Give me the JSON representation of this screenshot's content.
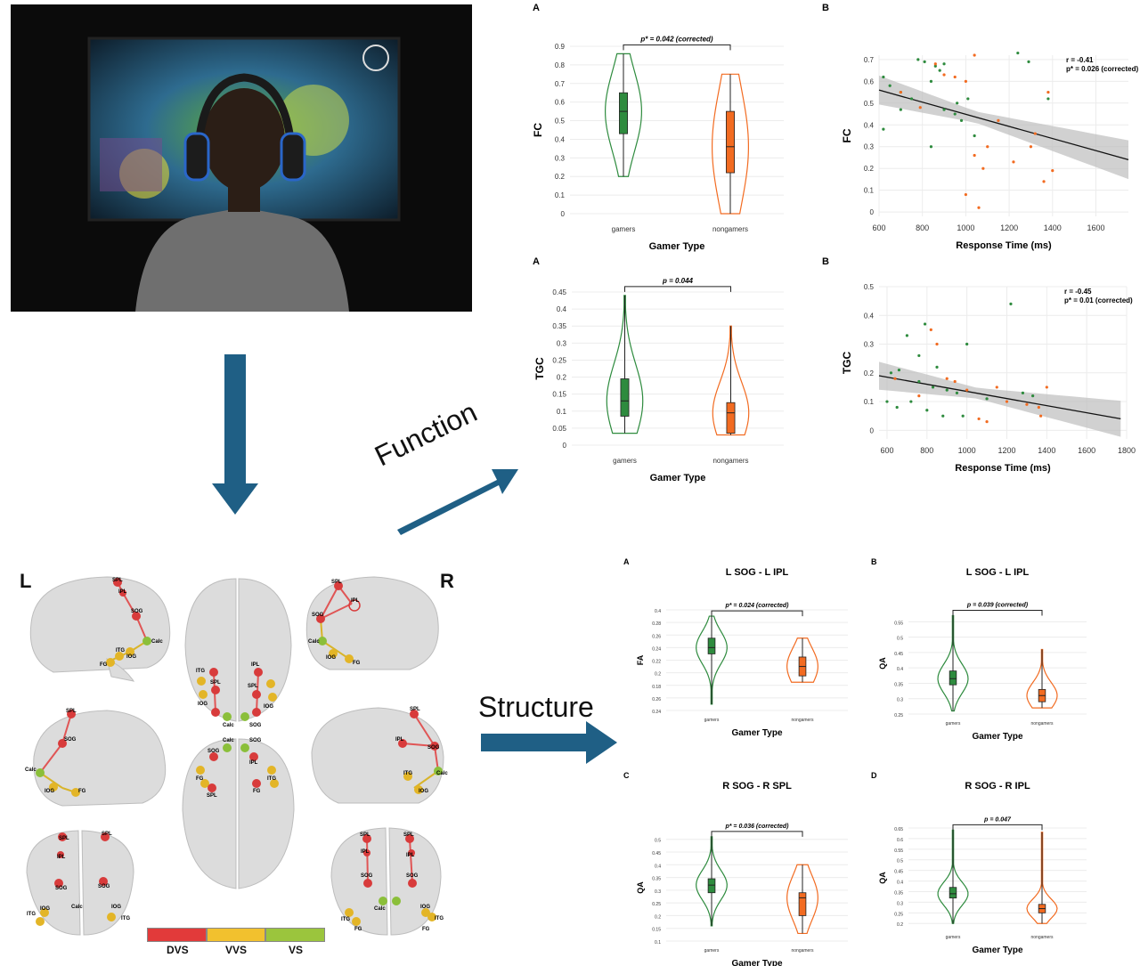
{
  "labels": {
    "function": "Function",
    "structure": "Structure",
    "left": "L",
    "right": "R"
  },
  "legend": [
    {
      "label": "DVS",
      "color": "#e23a3a"
    },
    {
      "label": "VVS",
      "color": "#f2c12e"
    },
    {
      "label": "VS",
      "color": "#9bc53d"
    }
  ],
  "brain_nodes": {
    "left_lateral": [
      "SPL",
      "IPL",
      "SOG",
      "Calc",
      "ITG",
      "IOG",
      "FG"
    ],
    "right_lateral": [
      "SPL",
      "IPL",
      "SOG",
      "Calc",
      "IOG",
      "FG"
    ]
  },
  "colors": {
    "gamers": "#2e8b3e",
    "nongamers": "#f26b21",
    "arrow": "#1f5f85"
  },
  "chart_data": [
    {
      "id": "fc_violin",
      "type": "violin",
      "panel": "A",
      "ylabel": "FC",
      "xlabel": "Gamer Type",
      "categories": [
        "gamers",
        "nongamers"
      ],
      "yticks": [
        0,
        0.1,
        0.2,
        0.3,
        0.4,
        0.5,
        0.6,
        0.7,
        0.8,
        0.9
      ],
      "ylim": [
        0,
        0.9
      ],
      "annotation": "p* = 0.042 (corrected)",
      "box": [
        {
          "q1": 0.43,
          "median": 0.55,
          "q3": 0.65,
          "min": 0.2,
          "max": 0.86
        },
        {
          "q1": 0.22,
          "median": 0.36,
          "q3": 0.55,
          "min": 0.0,
          "max": 0.75
        }
      ]
    },
    {
      "id": "fc_scatter",
      "type": "scatter",
      "panel": "B",
      "ylabel": "FC",
      "xlabel": "Response Time (ms)",
      "xticks": [
        600,
        800,
        1000,
        1200,
        1400,
        1600
      ],
      "yticks": [
        0,
        0.1,
        0.2,
        0.3,
        0.4,
        0.5,
        0.6,
        0.7
      ],
      "xlim": [
        600,
        1750
      ],
      "ylim": [
        -0.02,
        0.72
      ],
      "annotation": [
        "r = -0.41",
        "p* = 0.026 (corrected)"
      ],
      "fit": [
        [
          600,
          0.56
        ],
        [
          1750,
          0.24
        ]
      ],
      "gamers": [
        [
          620,
          0.62
        ],
        [
          650,
          0.58
        ],
        [
          700,
          0.55
        ],
        [
          750,
          0.52
        ],
        [
          780,
          0.7
        ],
        [
          810,
          0.69
        ],
        [
          840,
          0.6
        ],
        [
          860,
          0.67
        ],
        [
          880,
          0.65
        ],
        [
          900,
          0.68
        ],
        [
          950,
          0.45
        ],
        [
          980,
          0.42
        ],
        [
          1010,
          0.52
        ],
        [
          1040,
          0.35
        ],
        [
          1240,
          0.73
        ],
        [
          1290,
          0.69
        ],
        [
          700,
          0.47
        ],
        [
          620,
          0.38
        ],
        [
          840,
          0.3
        ],
        [
          1380,
          0.52
        ],
        [
          900,
          0.47
        ],
        [
          960,
          0.5
        ]
      ],
      "nongamers": [
        [
          700,
          0.55
        ],
        [
          860,
          0.68
        ],
        [
          900,
          0.63
        ],
        [
          950,
          0.62
        ],
        [
          1000,
          0.6
        ],
        [
          1040,
          0.72
        ],
        [
          1080,
          0.2
        ],
        [
          1100,
          0.3
        ],
        [
          1150,
          0.42
        ],
        [
          1220,
          0.23
        ],
        [
          1300,
          0.3
        ],
        [
          1320,
          0.36
        ],
        [
          1360,
          0.14
        ],
        [
          1380,
          0.55
        ],
        [
          1400,
          0.19
        ],
        [
          1000,
          0.08
        ],
        [
          1060,
          0.02
        ],
        [
          790,
          0.48
        ],
        [
          1040,
          0.26
        ]
      ]
    },
    {
      "id": "tgc_violin",
      "type": "violin",
      "panel": "A",
      "ylabel": "TGC",
      "xlabel": "Gamer Type",
      "categories": [
        "gamers",
        "nongamers"
      ],
      "yticks": [
        0,
        0.05,
        0.1,
        0.15,
        0.2,
        0.25,
        0.3,
        0.35,
        0.4,
        0.45
      ],
      "ylim": [
        0,
        0.45
      ],
      "annotation": "p = 0.044",
      "box": [
        {
          "q1": 0.085,
          "median": 0.13,
          "q3": 0.195,
          "min": 0.035,
          "max": 0.44
        },
        {
          "q1": 0.035,
          "median": 0.095,
          "q3": 0.125,
          "min": 0.03,
          "max": 0.35
        }
      ]
    },
    {
      "id": "tgc_scatter",
      "type": "scatter",
      "panel": "B",
      "ylabel": "TGC",
      "xlabel": "Response Time (ms)",
      "xticks": [
        600,
        800,
        1000,
        1200,
        1400,
        1600,
        1800
      ],
      "yticks": [
        0,
        0.1,
        0.2,
        0.3,
        0.4,
        0.5
      ],
      "xlim": [
        560,
        1800
      ],
      "ylim": [
        -0.03,
        0.5
      ],
      "annotation": [
        "r = -0.45",
        "p* = 0.01 (corrected)"
      ],
      "fit": [
        [
          560,
          0.19
        ],
        [
          1770,
          0.04
        ]
      ],
      "gamers": [
        [
          600,
          0.1
        ],
        [
          620,
          0.2
        ],
        [
          660,
          0.21
        ],
        [
          700,
          0.33
        ],
        [
          720,
          0.1
        ],
        [
          760,
          0.26
        ],
        [
          790,
          0.37
        ],
        [
          800,
          0.07
        ],
        [
          830,
          0.15
        ],
        [
          850,
          0.22
        ],
        [
          880,
          0.05
        ],
        [
          900,
          0.14
        ],
        [
          950,
          0.13
        ],
        [
          980,
          0.05
        ],
        [
          1000,
          0.3
        ],
        [
          1220,
          0.44
        ],
        [
          1280,
          0.13
        ],
        [
          1330,
          0.12
        ],
        [
          1100,
          0.11
        ],
        [
          650,
          0.08
        ],
        [
          760,
          0.17
        ]
      ],
      "nongamers": [
        [
          640,
          0.18
        ],
        [
          760,
          0.12
        ],
        [
          820,
          0.35
        ],
        [
          850,
          0.3
        ],
        [
          900,
          0.18
        ],
        [
          940,
          0.17
        ],
        [
          1000,
          0.14
        ],
        [
          1060,
          0.04
        ],
        [
          1100,
          0.03
        ],
        [
          1150,
          0.15
        ],
        [
          1200,
          0.1
        ],
        [
          1300,
          0.09
        ],
        [
          1360,
          0.08
        ],
        [
          1400,
          0.15
        ],
        [
          1370,
          0.05
        ]
      ]
    },
    {
      "id": "fa_lsog_lipl",
      "type": "violin",
      "panel": "A",
      "title": "L SOG - L IPL",
      "ylabel": "FA",
      "xlabel": "Gamer Type",
      "categories": [
        "gamers",
        "nongamers"
      ],
      "yticks": [
        0.14,
        0.16,
        0.18,
        0.2,
        0.22,
        0.24,
        0.26,
        0.28,
        0.3
      ],
      "ytick_labels": [
        "0.24",
        "0.26",
        "0.18",
        "0.2",
        "0.22",
        "0.24",
        "0.26",
        "0.28",
        "0.4"
      ],
      "ylim": [
        0.14,
        0.3
      ],
      "annotation": "p* = 0.024 (corrected)",
      "box": [
        {
          "q1": 0.23,
          "median": 0.24,
          "q3": 0.255,
          "min": 0.15,
          "max": 0.29
        },
        {
          "q1": 0.195,
          "median": 0.21,
          "q3": 0.225,
          "min": 0.185,
          "max": 0.255
        }
      ]
    },
    {
      "id": "qa_lsog_lipl",
      "type": "violin",
      "panel": "B",
      "title": "L SOG - L IPL",
      "ylabel": "QA",
      "xlabel": "Gamer Type",
      "categories": [
        "gamers",
        "nongamers"
      ],
      "yticks": [
        0.25,
        0.3,
        0.35,
        0.4,
        0.45,
        0.5,
        0.55
      ],
      "ytick_labels": [
        "0.25",
        "0.3",
        "0.35",
        "0.4",
        "0.45",
        "0.5",
        "0.55"
      ],
      "ylim": [
        0.25,
        0.58
      ],
      "annotation": "p = 0.039 (corrected)",
      "box": [
        {
          "q1": 0.345,
          "median": 0.365,
          "q3": 0.39,
          "min": 0.26,
          "max": 0.57
        },
        {
          "q1": 0.29,
          "median": 0.31,
          "q3": 0.33,
          "min": 0.27,
          "max": 0.46
        }
      ]
    },
    {
      "id": "qa_rsog_rspl",
      "type": "violin",
      "panel": "C",
      "title": "R SOG - R SPL",
      "ylabel": "QA",
      "xlabel": "Gamer Type",
      "categories": [
        "gamers",
        "nongamers"
      ],
      "yticks": [
        0.1,
        0.15,
        0.2,
        0.25,
        0.3,
        0.35,
        0.4,
        0.45,
        0.5
      ],
      "ytick_labels": [
        "0.1",
        "0.15",
        "0.2",
        "0.25",
        "0.3",
        "0.35",
        "0.4",
        "0.45",
        "0.5"
      ],
      "ylim": [
        0.1,
        0.52
      ],
      "annotation": "p* = 0.036 (corrected)",
      "box": [
        {
          "q1": 0.29,
          "median": 0.32,
          "q3": 0.345,
          "min": 0.16,
          "max": 0.51
        },
        {
          "q1": 0.2,
          "median": 0.27,
          "q3": 0.29,
          "min": 0.13,
          "max": 0.4
        }
      ]
    },
    {
      "id": "qa_rsog_ripl",
      "type": "violin",
      "panel": "D",
      "title": "R SOG - R IPL",
      "ylabel": "QA",
      "xlabel": "Gamer Type",
      "categories": [
        "gamers",
        "nongamers"
      ],
      "yticks": [
        0.2,
        0.25,
        0.3,
        0.35,
        0.4,
        0.45,
        0.5,
        0.55,
        0.6,
        0.65
      ],
      "ytick_labels": [
        "0.2",
        "0.25",
        "0.3",
        "0.35",
        "0.4",
        "0.45",
        "0.5",
        "0.55",
        "0.6",
        "0.65"
      ],
      "ylim": [
        0.18,
        0.65
      ],
      "annotation": "p = 0.047",
      "box": [
        {
          "q1": 0.32,
          "median": 0.34,
          "q3": 0.37,
          "min": 0.2,
          "max": 0.64
        },
        {
          "q1": 0.25,
          "median": 0.27,
          "q3": 0.29,
          "min": 0.2,
          "max": 0.63
        }
      ]
    }
  ]
}
